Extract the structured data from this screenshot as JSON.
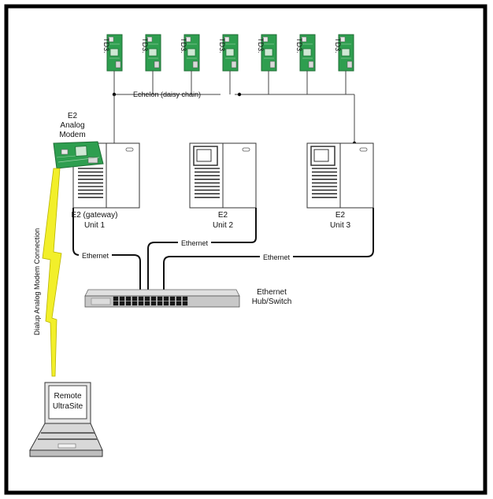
{
  "network": {
    "td3_label": "TD3.",
    "td3_count": 7,
    "echelon_label": "Echelon (daisy chain)",
    "modem_label": [
      "E2",
      "Analog",
      "Modem"
    ],
    "units": [
      {
        "line1": "E2 (gateway)",
        "line2": "Unit 1"
      },
      {
        "line1": "E2",
        "line2": "Unit 2"
      },
      {
        "line1": "E2",
        "line2": "Unit 3"
      }
    ],
    "ethernet_label": "Ethernet",
    "hub_label": [
      "Ethernet",
      "Hub/Switch"
    ],
    "dialup_label": "Dialup Analog Modem Connection",
    "remote_label": [
      "Remote",
      "UltraSite"
    ]
  },
  "colors": {
    "border": "#000000",
    "board_green": "#2e9e4f",
    "board_dark": "#1f6e36",
    "lightning": "#f2ef2a",
    "lightning_stroke": "#b8b400",
    "cable": "#111111",
    "hub_gray": "#c8c8c8"
  },
  "icons": [
    "td3-board-icon",
    "modem-board-icon",
    "e2-controller-icon",
    "ethernet-hub-icon",
    "laptop-icon",
    "lightning-icon"
  ]
}
